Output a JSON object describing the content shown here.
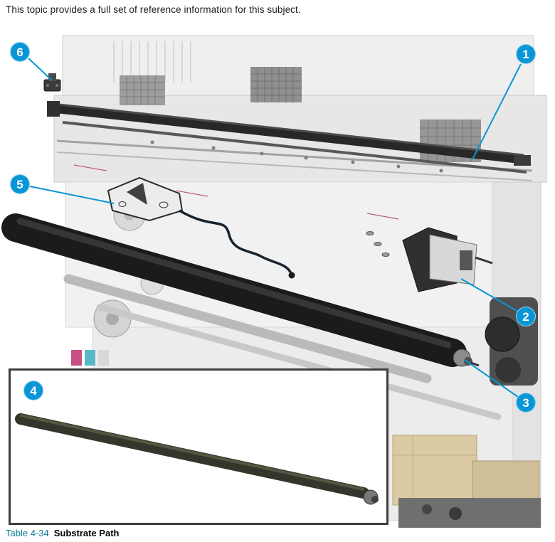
{
  "page": {
    "intro": "This topic provides a full set of reference information for this subject."
  },
  "diagram": {
    "callouts": [
      {
        "label": "1"
      },
      {
        "label": "2"
      },
      {
        "label": "3"
      },
      {
        "label": "4"
      },
      {
        "label": "5"
      },
      {
        "label": "6"
      }
    ]
  },
  "caption": {
    "table_label": "Table 4-34",
    "title": "Substrate Path"
  },
  "colors": {
    "callout_accent": "#0996D6",
    "caption_label": "#0E7D96"
  }
}
